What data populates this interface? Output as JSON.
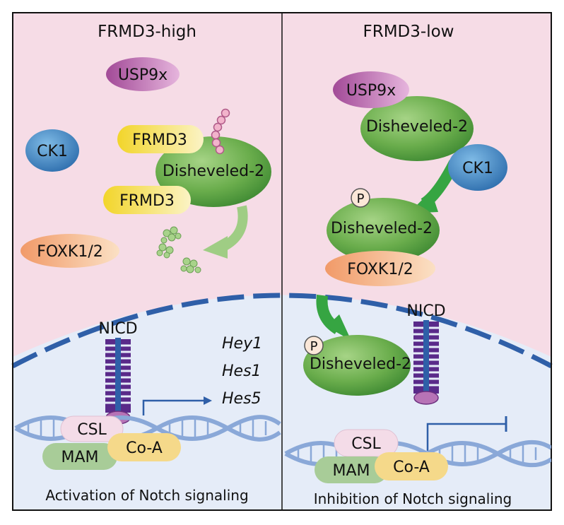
{
  "left_panel": {
    "title": "FRMD3-high",
    "labels": {
      "usp9x": "USP9x",
      "ck1": "CK1",
      "frmd3_top": "FRMD3",
      "frmd3_bottom": "FRMD3",
      "disheveled": "Disheveled-2",
      "foxk": "FOXK1/2",
      "nicd": "NICD",
      "csl": "CSL",
      "mam": "MAM",
      "coa": "Co-A"
    },
    "genes": [
      "Hey1",
      "Hes1",
      "Hes5"
    ],
    "caption": "Activation of Notch signaling"
  },
  "right_panel": {
    "title": "FRMD3-low",
    "labels": {
      "usp9x": "USP9x",
      "disheveled_top": "Disheveled-2",
      "ck1": "CK1",
      "phospho_1": "P",
      "disheveled_mid": "Disheveled-2",
      "foxk": "FOXK1/2",
      "phospho_2": "P",
      "disheveled_bottom": "Disheveled-2",
      "nicd": "NICD",
      "csl": "CSL",
      "mam": "MAM",
      "coa": "Co-A"
    },
    "caption": "Inhibition of Notch signaling"
  },
  "colors": {
    "cytoplasm": "#f6dce6",
    "nucleus": "#e5ecf8",
    "membrane": "#2f5fa8",
    "disheveled": "#78b45a",
    "ck1": "#3b86c4",
    "usp9x": "#b25aa6",
    "frmd3": "#f2d83a",
    "foxk": "#f0a878",
    "arrow_green": "#36a542",
    "nicd_stripe": "#5a2a8a",
    "csl": "#f4dce8",
    "mam": "#a8cc98",
    "coa": "#f5d98a"
  }
}
